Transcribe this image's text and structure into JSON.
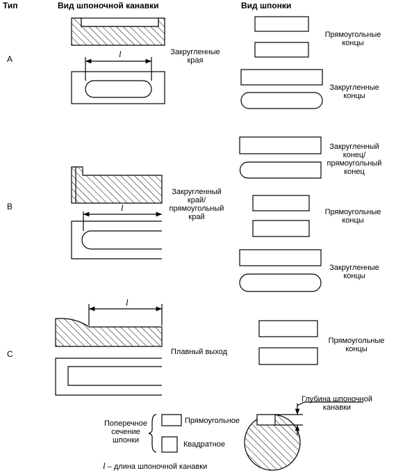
{
  "headers": {
    "type": "Тип",
    "groove_view": "Вид шпоночной канавки",
    "key_view": "Вид шпонки"
  },
  "types": {
    "a": "A",
    "b": "B",
    "c": "C"
  },
  "groove_labels": {
    "a": [
      "Закругленные",
      "края"
    ],
    "b": [
      "Закругленный",
      "край/",
      "прямоугольный",
      "край"
    ],
    "c": "Плавный выход"
  },
  "key_labels": {
    "a_rect": [
      "Прямоугольные",
      "концы"
    ],
    "a_round": [
      "Закругленные",
      "концы"
    ],
    "b_mixed": [
      "Закругленный",
      "конец/",
      "прямоугольный",
      "конец"
    ],
    "b_rect": [
      "Прямоугольные",
      "концы"
    ],
    "b_round": [
      "Закругленные",
      "концы"
    ],
    "c_rect": [
      "Прямоугольные",
      "концы"
    ]
  },
  "dim_symbol": "l",
  "cross_section": {
    "caption": [
      "Поперечное",
      "сечение",
      "шпонки"
    ],
    "rect": "Прямоугольное",
    "square": "Квадратное"
  },
  "depth_label": [
    "Глубина шпоночной",
    "канавки"
  ],
  "footnote": {
    "symbol": "l",
    "text": " – длина шпоночной канавки"
  }
}
